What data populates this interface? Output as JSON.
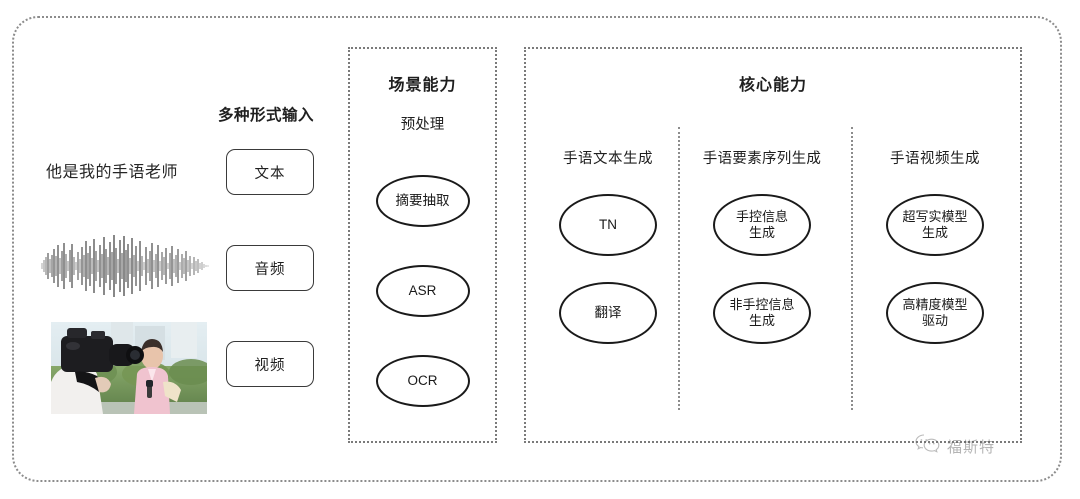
{
  "diagram": {
    "title_alt": "手语生成能力架构图",
    "input_section": {
      "heading": "多种形式输入",
      "sample_text": "他是我的手语老师",
      "chips": [
        {
          "label": "文本",
          "modality": "text"
        },
        {
          "label": "音频",
          "modality": "audio"
        },
        {
          "label": "视频",
          "modality": "video"
        }
      ],
      "waveform_alt": "音频波形图",
      "video_thumb_alt": "摄像师拍摄记者视频缩略图"
    },
    "scene_panel": {
      "title": "场景能力",
      "subtitle": "预处理",
      "nodes": [
        {
          "label": "摘要抽取"
        },
        {
          "label": "ASR"
        },
        {
          "label": "OCR"
        }
      ]
    },
    "core_panel": {
      "title": "核心能力",
      "columns": [
        {
          "header": "手语文本生成",
          "nodes": [
            {
              "line1": "TN",
              "line2": ""
            },
            {
              "line1": "翻译",
              "line2": ""
            }
          ]
        },
        {
          "header": "手语要素序列生成",
          "nodes": [
            {
              "line1": "手控信息",
              "line2": "生成"
            },
            {
              "line1": "非手控信息",
              "line2": "生成"
            }
          ]
        },
        {
          "header": "手语视频生成",
          "nodes": [
            {
              "line1": "超写实模型",
              "line2": "生成"
            },
            {
              "line1": "高精度模型",
              "line2": "驱动"
            }
          ]
        }
      ]
    },
    "watermark": {
      "text": "福斯特",
      "icon": "wechat-icon"
    },
    "colors": {
      "frame": "#8c8c8c",
      "panel_border": "#7a7a7a",
      "node_border": "#1a1a1a",
      "text": "#262626",
      "background": "#ffffff"
    }
  }
}
